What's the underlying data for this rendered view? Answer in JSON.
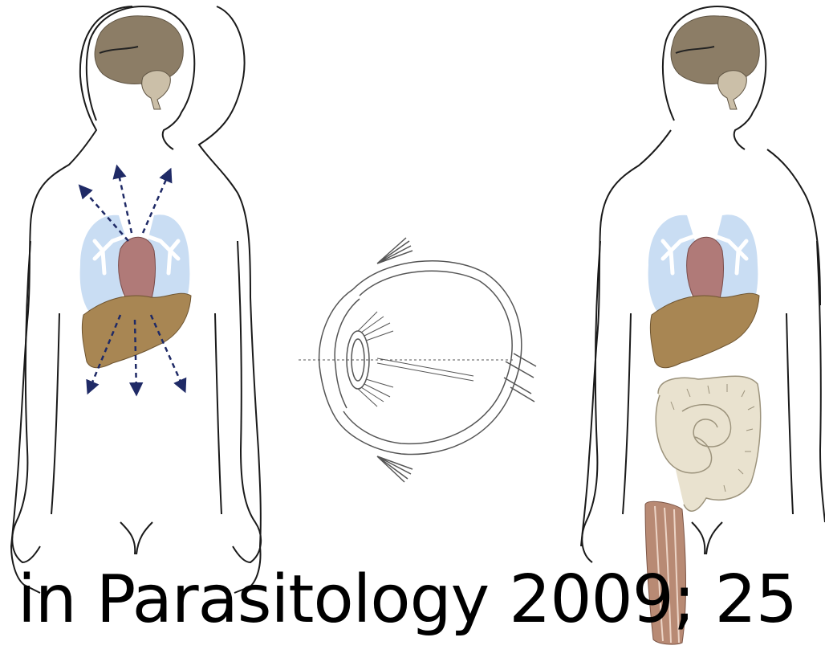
{
  "caption": "in Parasitology 2009; 25",
  "colors": {
    "outline": "#1a1a1a",
    "brain": "#8c7d66",
    "brain_light": "#cbbfa8",
    "lung": "#c9ddf3",
    "bronchi": "#ffffff",
    "heart": "#b07a78",
    "liver": "#a88653",
    "intestine": "#e9e2cf",
    "muscle": "#b88a74",
    "migration_arrows": "#1f2a66",
    "eye_lines": "#555555"
  },
  "figures": [
    {
      "name": "left-body",
      "organs": [
        "brain",
        "lungs",
        "heart",
        "liver"
      ],
      "shows_migration_arrows": true
    },
    {
      "name": "eye-diagram"
    },
    {
      "name": "right-body",
      "organs": [
        "brain",
        "lungs",
        "heart",
        "liver",
        "intestines",
        "muscle"
      ]
    }
  ]
}
